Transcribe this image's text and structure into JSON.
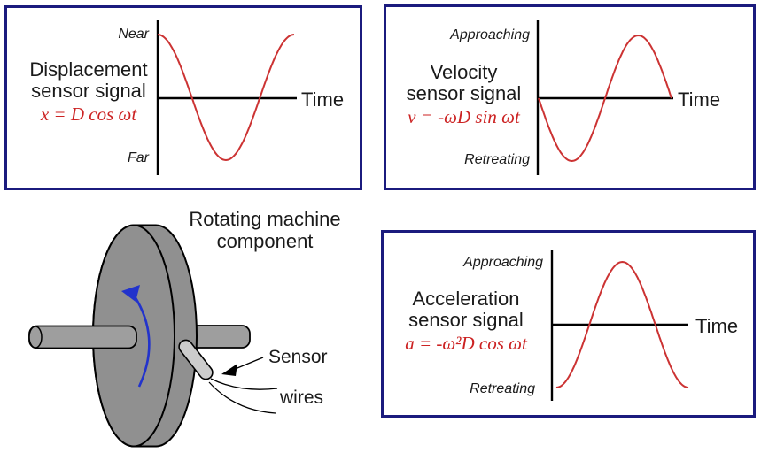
{
  "colors": {
    "panel_border": "#1b1b7e",
    "wave": "#cc3333",
    "formula_red": "#cc2222",
    "ink": "#1a1a1a",
    "rotation_arrow_blue": "#2233cc",
    "disk_gray": "#909090",
    "shaft_gray": "#9e9e9e",
    "sensor_gray": "#cccccc"
  },
  "panels": {
    "displacement": {
      "title_line1": "Displacement",
      "title_line2": "sensor signal",
      "formula": "x = D cos ωt",
      "axis_top_label": "Near",
      "axis_bottom_label": "Far",
      "time_label": "Time",
      "wave_shape": "cos"
    },
    "velocity": {
      "title_line1": "Velocity",
      "title_line2": "sensor signal",
      "formula": "v = -ωD sin ωt",
      "axis_top_label": "Approaching",
      "axis_bottom_label": "Retreating",
      "time_label": "Time",
      "wave_shape": "-sin"
    },
    "acceleration": {
      "title_line1": "Acceleration",
      "title_line2": "sensor signal",
      "formula": "a = -ω²D cos ωt",
      "axis_top_label": "Approaching",
      "axis_bottom_label": "Retreating",
      "time_label": "Time",
      "wave_shape": "-cos"
    }
  },
  "machine": {
    "caption_line1": "Rotating machine",
    "caption_line2": "component",
    "sensor_label": "Sensor",
    "wires_label": "wires"
  },
  "chart_data": [
    {
      "type": "line",
      "title": "Displacement sensor signal",
      "formula": "x = D cos ωt",
      "xlabel": "Time",
      "y_top_label": "Near",
      "y_bottom_label": "Far",
      "x_period_fraction": [
        0,
        0.25,
        0.5,
        0.75,
        1
      ],
      "values": [
        1,
        0,
        -1,
        0,
        1
      ],
      "wave": "cosine, one full cycle, starts at maximum (Near), grid off, no ticks"
    },
    {
      "type": "line",
      "title": "Velocity sensor signal",
      "formula": "v = -ωD sin ωt",
      "xlabel": "Time",
      "y_top_label": "Approaching",
      "y_bottom_label": "Retreating",
      "x_period_fraction": [
        0,
        0.25,
        0.5,
        0.75,
        1
      ],
      "values": [
        0,
        -1,
        0,
        1,
        0
      ],
      "wave": "negative sine, one full cycle, dips first then peaks, grid off, no ticks"
    },
    {
      "type": "line",
      "title": "Acceleration sensor signal",
      "formula": "a = -ω²D cos ωt",
      "xlabel": "Time",
      "y_top_label": "Approaching",
      "y_bottom_label": "Retreating",
      "x_period_fraction": [
        0,
        0.25,
        0.5,
        0.75,
        1
      ],
      "values": [
        -1,
        0,
        1,
        0,
        -1
      ],
      "wave": "negative cosine, one full cycle, starts at minimum, grid off, no ticks"
    }
  ]
}
